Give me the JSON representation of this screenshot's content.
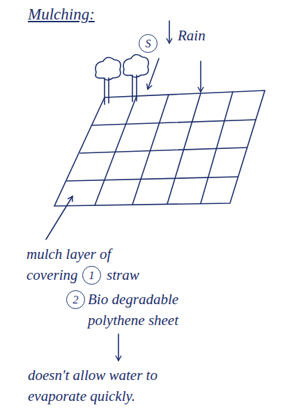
{
  "diagram": {
    "title": "Mulching:",
    "nodes": [
      {
        "text": [
          "S"
        ]
      },
      {
        "text": [
          "1"
        ]
      },
      {
        "text": [
          "2"
        ]
      }
    ],
    "labels": [
      "Rain",
      "mulch layer of covering",
      "straw",
      "Bio degradable polythene sheet",
      "doesn't allow water to evaporate quickly."
    ]
  }
}
